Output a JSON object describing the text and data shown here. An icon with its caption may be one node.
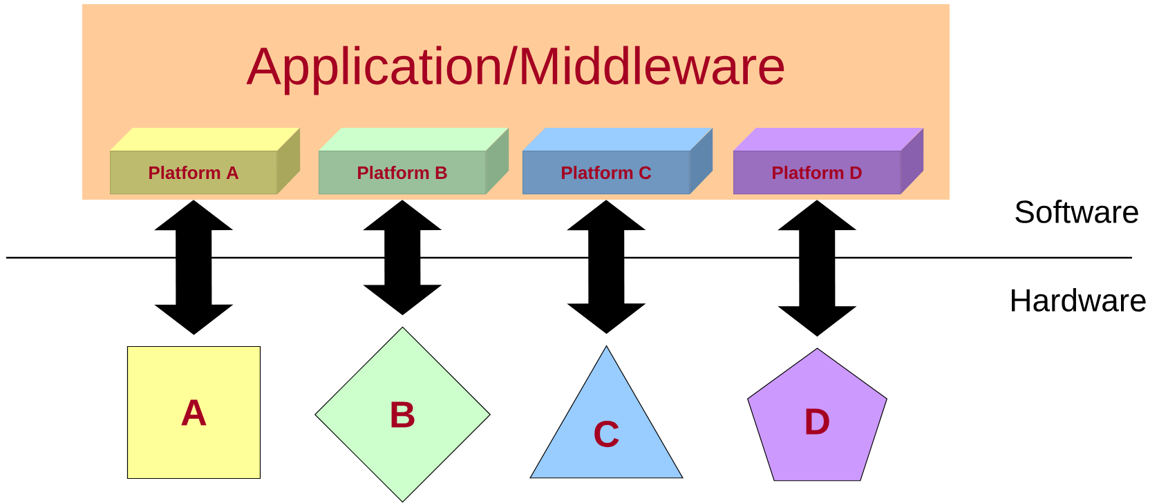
{
  "diagram": {
    "nodes": [
      {
        "text": [
          "Application/Middleware"
        ]
      },
      {
        "text": [
          "Platform A"
        ],
        "in": 0
      },
      {
        "text": [
          "Platform B"
        ],
        "in": 0
      },
      {
        "text": [
          "Platform C"
        ],
        "in": 0
      },
      {
        "text": [
          "Platform D"
        ],
        "in": 0
      },
      {
        "text": [
          "A"
        ]
      },
      {
        "text": [
          "B"
        ]
      },
      {
        "text": [
          "C"
        ]
      },
      {
        "text": [
          "D"
        ]
      }
    ],
    "edges": [
      {
        "from": 1,
        "to": 5,
        "arrow": "both"
      },
      {
        "from": 2,
        "to": 6,
        "arrow": "both"
      },
      {
        "from": 3,
        "to": 7,
        "arrow": "both"
      },
      {
        "from": 4,
        "to": 8,
        "arrow": "both"
      }
    ],
    "labels": [
      "Software",
      "Hardware"
    ]
  }
}
